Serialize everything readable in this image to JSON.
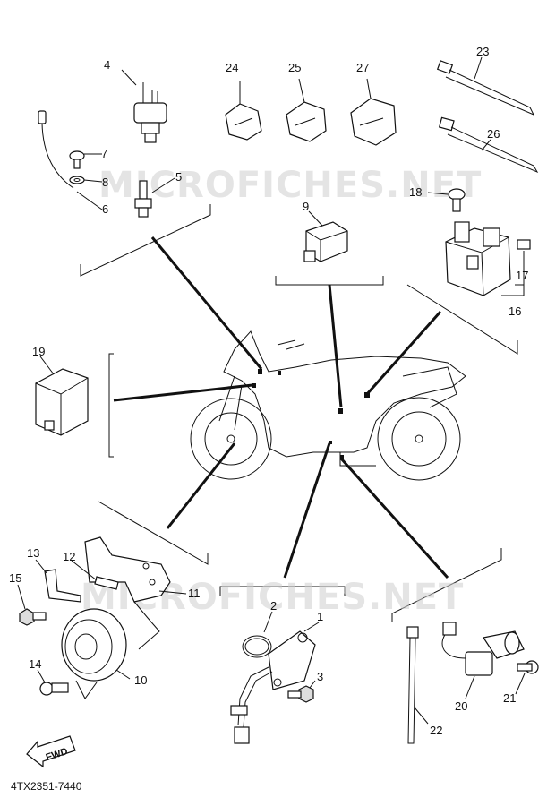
{
  "watermark": "MICROFICHES.NET",
  "diagram_code": "4TX2351-7440",
  "fwd_label": "FWD",
  "callouts": {
    "c1": "1",
    "c2": "2",
    "c3": "3",
    "c4": "4",
    "c5": "5",
    "c6": "6",
    "c7": "7",
    "c8": "8",
    "c9": "9",
    "c10": "10",
    "c11": "11",
    "c12": "12",
    "c13": "13",
    "c14": "14",
    "c15": "15",
    "c16": "16",
    "c17": "17",
    "c18": "18",
    "c19": "19",
    "c20": "20",
    "c21": "21",
    "c22": "22",
    "c23": "23",
    "c24": "24",
    "c25": "25",
    "c26": "26",
    "c27": "27"
  }
}
